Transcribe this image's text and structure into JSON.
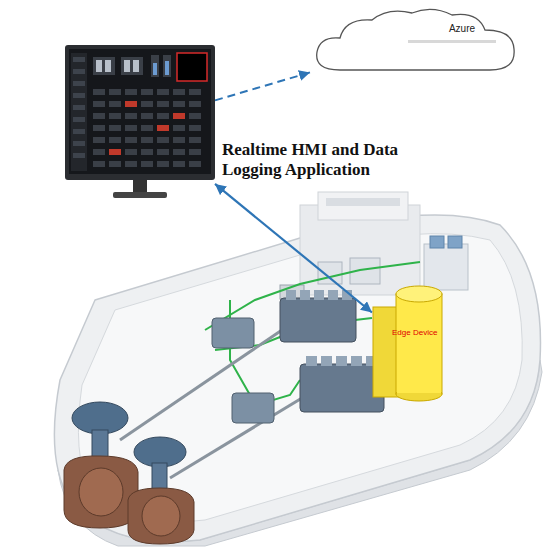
{
  "diagram": {
    "nodes": [
      {
        "text": [
          "Azure"
        ]
      },
      {
        "text": [
          "Realtime HMI and Data Logging Application"
        ]
      },
      {
        "text": [
          "Edge Device"
        ]
      }
    ],
    "edges": [
      {
        "from": 1,
        "to": 0,
        "arrow": "to"
      },
      {
        "from": 1,
        "to": 2,
        "arrow": "both"
      }
    ]
  }
}
